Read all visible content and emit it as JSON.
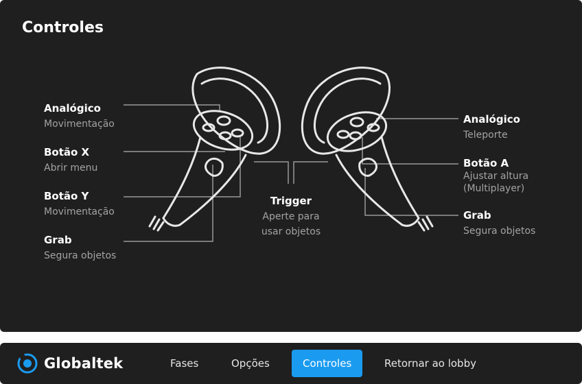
{
  "panel": {
    "title": "Controles"
  },
  "left_controller": {
    "labels": [
      {
        "title": "Analógico",
        "subtitle": "Movimentação"
      },
      {
        "title": "Botão X",
        "subtitle": "Abrir menu"
      },
      {
        "title": "Botão Y",
        "subtitle": "Movimentação"
      },
      {
        "title": "Grab",
        "subtitle": "Segura objetos"
      }
    ]
  },
  "trigger": {
    "title": "Trigger",
    "subtitle_line1": "Aperte para",
    "subtitle_line2": "usar objetos"
  },
  "right_controller": {
    "labels": [
      {
        "title": "Analógico",
        "subtitle": "Teleporte"
      },
      {
        "title": "Botão A",
        "subtitle_line1": "Ajustar altura",
        "subtitle_line2": "(Multiplayer)"
      },
      {
        "title": "Grab",
        "subtitle": "Segura objetos"
      }
    ]
  },
  "navbar": {
    "logo_text": "Globaltek",
    "items": [
      {
        "label": "Fases",
        "active": false
      },
      {
        "label": "Opções",
        "active": false
      },
      {
        "label": "Controles",
        "active": true
      },
      {
        "label": "Retornar ao lobby",
        "active": false
      }
    ]
  },
  "colors": {
    "panel_bg": "#1f1f1f",
    "accent": "#1a9bf0",
    "line": "#9a9a9a",
    "subtitle": "#a3a3a3"
  }
}
